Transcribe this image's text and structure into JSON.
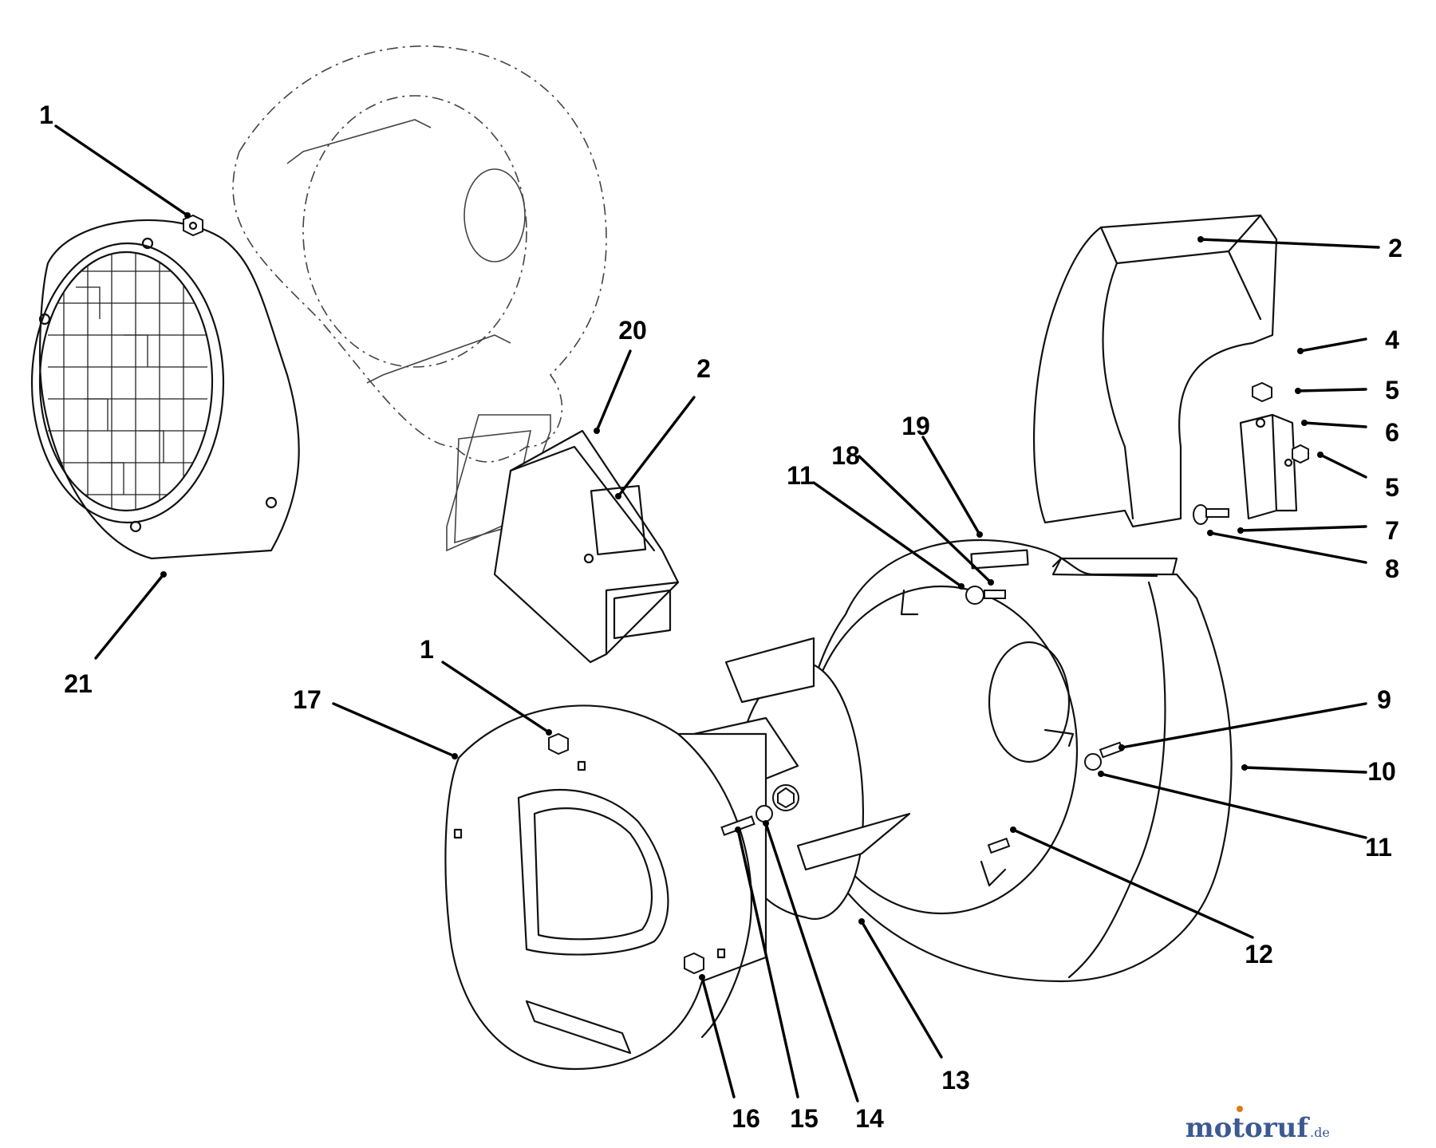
{
  "callouts": [
    {
      "id": "c1a",
      "text": "1"
    },
    {
      "id": "c21",
      "text": "21"
    },
    {
      "id": "c20",
      "text": "20"
    },
    {
      "id": "c2a",
      "text": "2"
    },
    {
      "id": "c2b",
      "text": "2"
    },
    {
      "id": "c4",
      "text": "4"
    },
    {
      "id": "c5a",
      "text": "5"
    },
    {
      "id": "c6",
      "text": "6"
    },
    {
      "id": "c5b",
      "text": "5"
    },
    {
      "id": "c7",
      "text": "7"
    },
    {
      "id": "c8",
      "text": "8"
    },
    {
      "id": "c19",
      "text": "19"
    },
    {
      "id": "c18",
      "text": "18"
    },
    {
      "id": "c11a",
      "text": "11"
    },
    {
      "id": "c9",
      "text": "9"
    },
    {
      "id": "c10",
      "text": "10"
    },
    {
      "id": "c11b",
      "text": "11"
    },
    {
      "id": "c12",
      "text": "12"
    },
    {
      "id": "c1b",
      "text": "1"
    },
    {
      "id": "c17",
      "text": "17"
    },
    {
      "id": "c13",
      "text": "13"
    },
    {
      "id": "c16",
      "text": "16"
    },
    {
      "id": "c15",
      "text": "15"
    },
    {
      "id": "c14",
      "text": "14"
    }
  ],
  "watermark": {
    "brand": "motoruf",
    "tld": ".de",
    "dot_color": "#e07a10",
    "text_color": "#3c5a91"
  }
}
